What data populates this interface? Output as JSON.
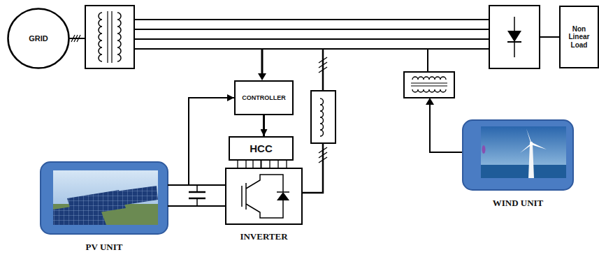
{
  "diagram": {
    "nodes": [
      {
        "text": [
          "GRID"
        ]
      },
      {
        "text": [
          "Non Linear Load"
        ]
      },
      {
        "text": [
          "CONTROLLER"
        ]
      },
      {
        "text": [
          "HCC"
        ]
      },
      {
        "text": [
          "WIND UNIT"
        ]
      },
      {
        "text": [
          "PV UNIT"
        ]
      },
      {
        "text": [
          "INVERTER"
        ]
      }
    ],
    "edges": [
      {
        "from": 2,
        "to": 3,
        "arrow": "to"
      },
      {
        "from": 3,
        "to": 6,
        "arrow": "none"
      },
      {
        "from": 5,
        "to": 6,
        "arrow": "none"
      },
      {
        "from": 5,
        "to": 6,
        "arrow": "none"
      },
      {
        "from": 5,
        "to": 2,
        "arrow": "to"
      }
    ]
  }
}
